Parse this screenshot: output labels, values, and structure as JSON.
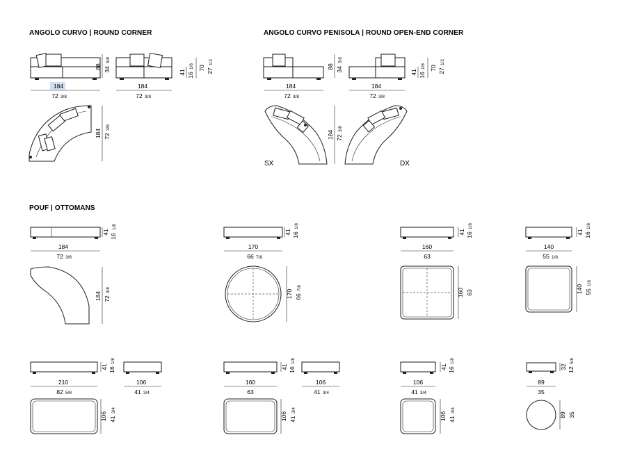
{
  "headings": {
    "round_corner": "ANGOLO CURVO | ROUND CORNER",
    "round_open_end": "ANGOLO CURVO PENISOLA | ROUND OPEN-END CORNER",
    "ottomans": "POUF | OTTOMANS"
  },
  "corner": {
    "front_width": "184",
    "front_width_in": "72",
    "front_width_in_frac": "3/8",
    "side_width": "184",
    "side_width_in": "72",
    "side_width_in_frac": "3/8",
    "back_height": "88",
    "back_height_in": "34",
    "back_height_in_frac": "5/8",
    "seat_height": "41",
    "seat_height_in": "16",
    "seat_height_in_frac": "1/8",
    "arm_height": "70",
    "arm_height_in": "27",
    "arm_height_in_frac": "1/2",
    "depth": "184",
    "depth_in": "72",
    "depth_in_frac": "3/8"
  },
  "open_end": {
    "front_width": "184",
    "front_width_in": "72",
    "front_width_in_frac": "3/8",
    "side_width": "184",
    "side_width_in": "72",
    "side_width_in_frac": "3/8",
    "back_height": "88",
    "back_height_in": "34",
    "back_height_in_frac": "5/8",
    "seat_height": "41",
    "seat_height_in": "16",
    "seat_height_in_frac": "1/8",
    "arm_height": "70",
    "arm_height_in": "27",
    "arm_height_in_frac": "1/2",
    "depth": "184",
    "depth_in": "72",
    "depth_in_frac": "3/8",
    "left_label": "SX",
    "right_label": "DX"
  },
  "ottomans": {
    "curved": {
      "w": "184",
      "w_in": "72",
      "w_in_frac": "3/8",
      "h": "41",
      "h_in": "16",
      "h_in_frac": "1/8",
      "d": "184",
      "d_in": "72",
      "d_in_frac": "3/8"
    },
    "round170": {
      "w": "170",
      "w_in": "66",
      "w_in_frac": "7/8",
      "h": "41",
      "h_in": "16",
      "h_in_frac": "1/8",
      "d": "170",
      "d_in": "66",
      "d_in_frac": "7/8"
    },
    "square160": {
      "w": "160",
      "w_in": "63",
      "h": "41",
      "h_in": "16",
      "h_in_frac": "1/8",
      "d": "160",
      "d_in": "63"
    },
    "square140": {
      "w": "140",
      "w_in": "55",
      "w_in_frac": "1/8",
      "h": "41",
      "h_in": "16",
      "h_in_frac": "1/8",
      "d": "140",
      "d_in": "55",
      "d_in_frac": "1/8"
    },
    "rect210": {
      "w": "210",
      "w_in": "82",
      "w_in_frac": "5/8",
      "side": "106",
      "side_in": "41",
      "side_in_frac": "3/4",
      "h": "41",
      "h_in": "16",
      "h_in_frac": "1/8",
      "d": "106",
      "d_in": "41",
      "d_in_frac": "3/4"
    },
    "rect160": {
      "w": "160",
      "w_in": "63",
      "side": "106",
      "side_in": "41",
      "side_in_frac": "3/4",
      "h": "41",
      "h_in": "16",
      "h_in_frac": "1/8",
      "d": "106",
      "d_in": "41",
      "d_in_frac": "3/4"
    },
    "square106": {
      "w": "106",
      "w_in": "41",
      "w_in_frac": "3/4",
      "h": "41",
      "h_in": "16",
      "h_in_frac": "1/8",
      "d": "106",
      "d_in": "41",
      "d_in_frac": "3/4"
    },
    "round89": {
      "w": "89",
      "w_in": "35",
      "h": "32",
      "h_in": "12",
      "h_in_frac": "5/8",
      "d": "89",
      "d_in": "35"
    }
  }
}
